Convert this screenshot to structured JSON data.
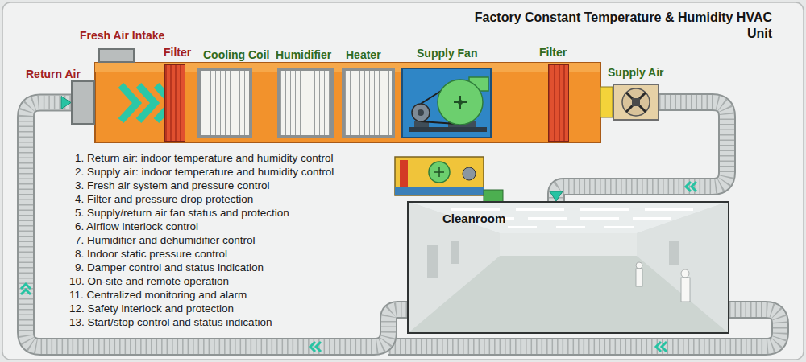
{
  "diagram": {
    "title": "Factory Constant Temperature & Humidity HVAC Unit",
    "nodes": [
      {
        "text": [
          "Return Air"
        ]
      },
      {
        "text": [
          "Fresh Air Intake"
        ]
      },
      {
        "text": [
          "Filter"
        ]
      },
      {
        "text": [
          "Cooling Coil"
        ]
      },
      {
        "text": [
          "Humidifier"
        ]
      },
      {
        "text": [
          "Heater"
        ]
      },
      {
        "text": [
          "Supply Fan"
        ]
      },
      {
        "text": [
          "Filter"
        ]
      },
      {
        "text": [
          "Supply Air"
        ]
      },
      {
        "text": [
          "Cleanroom"
        ]
      }
    ],
    "edges": [
      {
        "from": 8,
        "to": 9,
        "arrow": "to"
      },
      {
        "from": 9,
        "to": 0,
        "arrow": "to"
      }
    ],
    "labels": [
      "1. Return air: indoor temperature and humidity control",
      "2. Supply air: indoor temperature and humidity control",
      "3. Fresh air system and pressure control",
      "4. Filter and pressure drop protection",
      "5. Supply/return air fan status and protection",
      "6. Airflow interlock control",
      "7. Humidifier and dehumidifier control",
      "8. Indoor static pressure control",
      "9. Damper control and status indication",
      "10. On-site and remote operation",
      "11. Centralized monitoring and alarm",
      "12. Safety interlock and protection",
      "13. Start/stop control and status indication"
    ]
  }
}
